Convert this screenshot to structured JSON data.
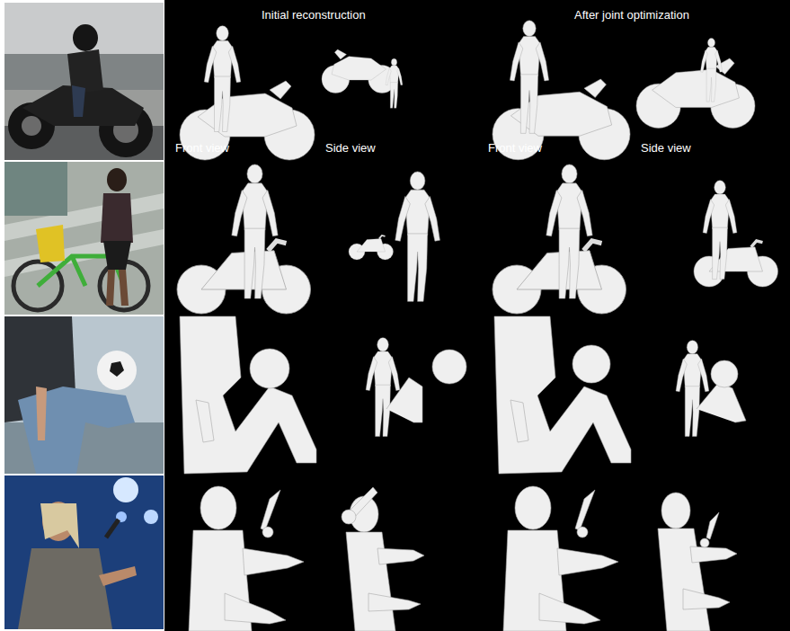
{
  "diagram": {
    "labels": [
      "Initial reconstruction",
      "After joint optimization",
      "Front view",
      "Side view",
      "Front view",
      "Side view"
    ]
  }
}
